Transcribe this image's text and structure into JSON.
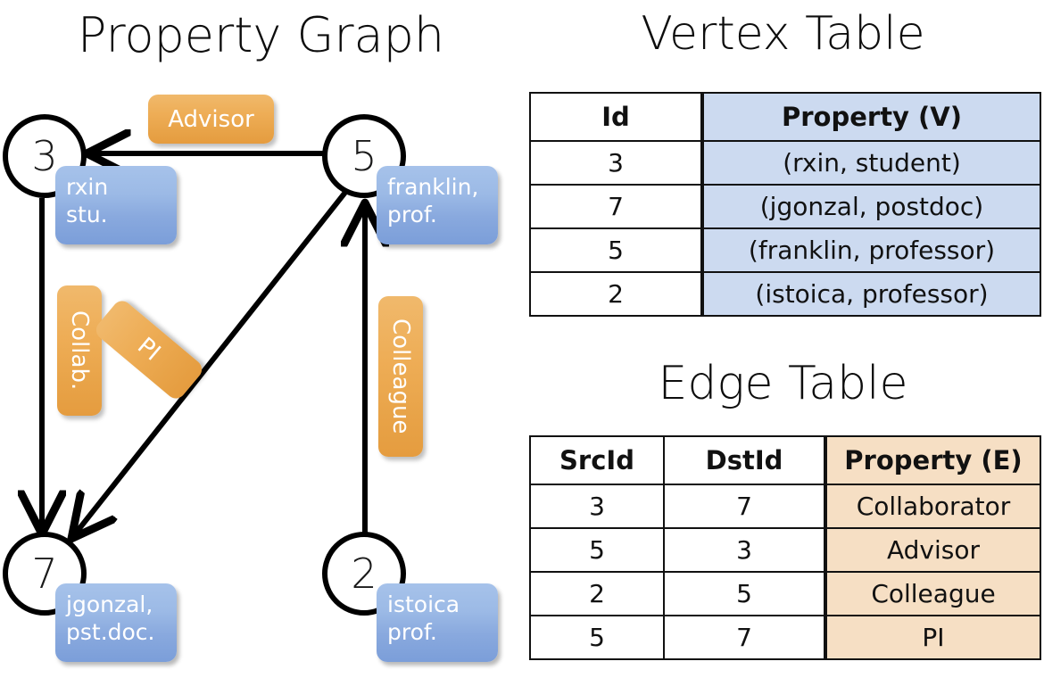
{
  "titles": {
    "graph": "Property Graph",
    "vertex_table": "Vertex Table",
    "edge_table": "Edge Table"
  },
  "graph": {
    "nodes": [
      {
        "id": "3",
        "property_lines": [
          "rxin",
          "stu."
        ]
      },
      {
        "id": "5",
        "property_lines": [
          "franklin,",
          "prof."
        ]
      },
      {
        "id": "7",
        "property_lines": [
          "jgonzal,",
          "pst.doc."
        ]
      },
      {
        "id": "2",
        "property_lines": [
          "istoica",
          "prof."
        ]
      }
    ],
    "edge_labels": [
      {
        "label": "Advisor",
        "orientation": "horizontal"
      },
      {
        "label": "Collab.",
        "orientation": "vertical"
      },
      {
        "label": "PI",
        "orientation": "vertical-rotated"
      },
      {
        "label": "Colleague",
        "orientation": "vertical"
      }
    ],
    "colors": {
      "vertex_box": "#9cbae6",
      "edge_box": "#eead56",
      "stroke": "#000000"
    }
  },
  "vertex_table": {
    "headers": [
      "Id",
      "Property (V)"
    ],
    "rows": [
      {
        "id": "3",
        "property": "(rxin, student)"
      },
      {
        "id": "7",
        "property": "(jgonzal, postdoc)"
      },
      {
        "id": "5",
        "property": "(franklin, professor)"
      },
      {
        "id": "2",
        "property": "(istoica, professor)"
      }
    ],
    "property_column_color": "#ccdaf0"
  },
  "edge_table": {
    "headers": [
      "SrcId",
      "DstId",
      "Property (E)"
    ],
    "rows": [
      {
        "src": "3",
        "dst": "7",
        "property": "Collaborator"
      },
      {
        "src": "5",
        "dst": "3",
        "property": "Advisor"
      },
      {
        "src": "2",
        "dst": "5",
        "property": "Colleague"
      },
      {
        "src": "5",
        "dst": "7",
        "property": "PI"
      }
    ],
    "property_column_color": "#f6dfc4"
  }
}
